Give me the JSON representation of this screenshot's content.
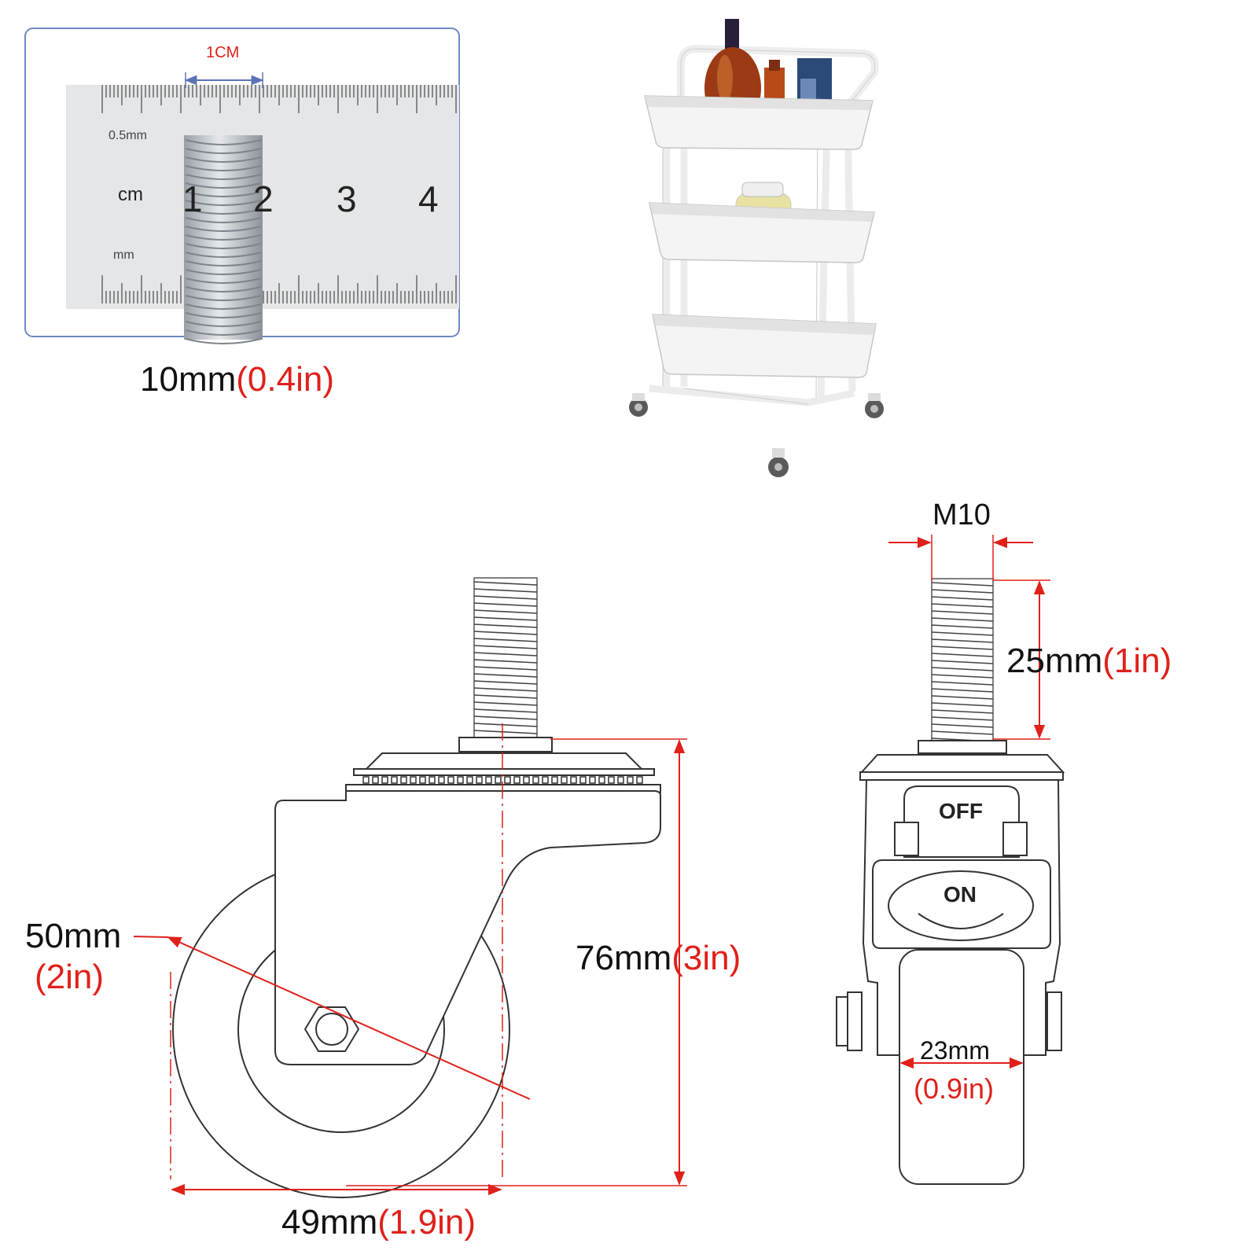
{
  "thread_photo": {
    "scale_marker": "1CM",
    "ruler_top_label": "0.5mm",
    "ruler_unit_cm": "cm",
    "ruler_unit_mm": "mm",
    "ruler_digits": [
      "1",
      "2",
      "3",
      "4"
    ],
    "caption_metric": "10mm",
    "caption_imperial": "(0.4in)"
  },
  "side_view": {
    "wheel_diameter_metric": "50mm",
    "wheel_diameter_imperial": "(2in)",
    "total_height_metric": "76mm",
    "total_height_imperial": "(3in)",
    "wheel_width_metric": "49mm",
    "wheel_width_imperial": "(1.9in)"
  },
  "front_view": {
    "thread_size": "M10",
    "thread_length_metric": "25mm",
    "thread_length_imperial": "(1in)",
    "brake_off_label": "OFF",
    "brake_on_label": "ON",
    "tread_width_metric": "23mm",
    "tread_width_imperial": "(0.9in)"
  },
  "colors": {
    "dimension_red": "#e0201a",
    "line_dark": "#333333",
    "photo_frame": "#6f88c4",
    "cart_white": "#f2f2f2"
  }
}
